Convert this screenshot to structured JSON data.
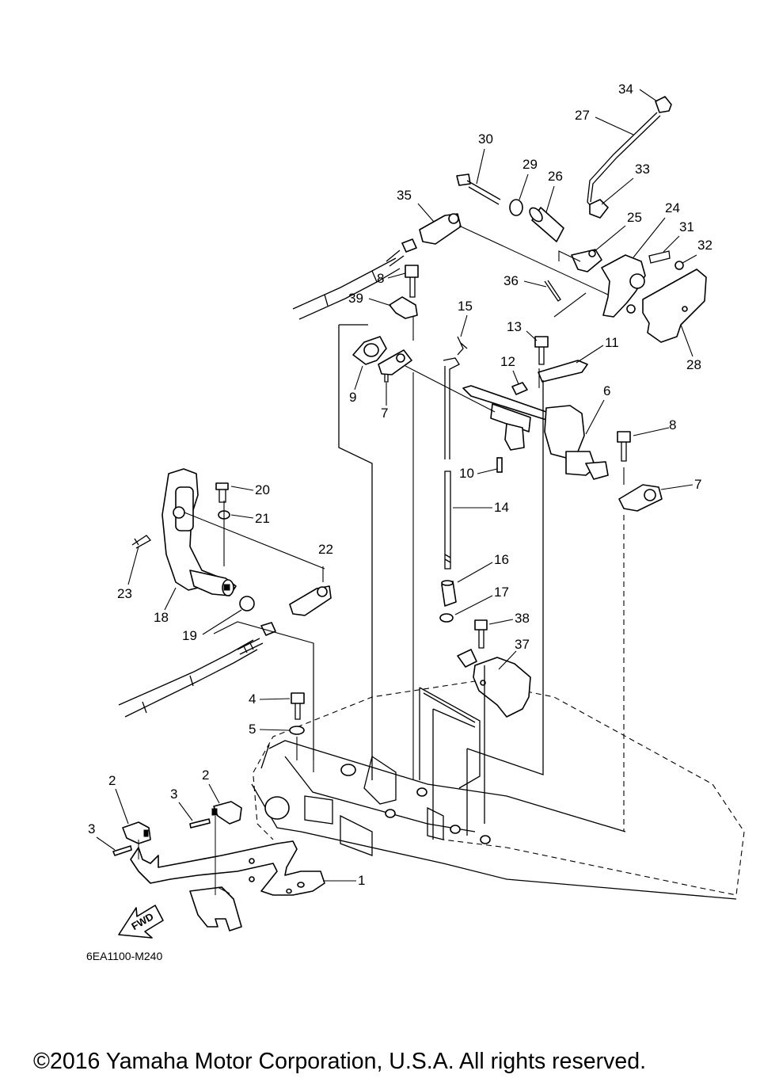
{
  "diagram": {
    "code": "6EA1100-M240",
    "direction_label": "FWD",
    "copyright": "©2016 Yamaha Motor Corporation, U.S.A. All rights reserved."
  },
  "callouts": [
    "34",
    "27",
    "30",
    "29",
    "26",
    "33",
    "35",
    "25",
    "24",
    "31",
    "32",
    "8",
    "36",
    "39",
    "15",
    "13",
    "11",
    "12",
    "6",
    "9",
    "7",
    "28",
    "10",
    "8",
    "7",
    "20",
    "21",
    "14",
    "22",
    "16",
    "23",
    "18",
    "17",
    "19",
    "38",
    "37",
    "4",
    "5",
    "2",
    "2",
    "3",
    "3",
    "1"
  ]
}
